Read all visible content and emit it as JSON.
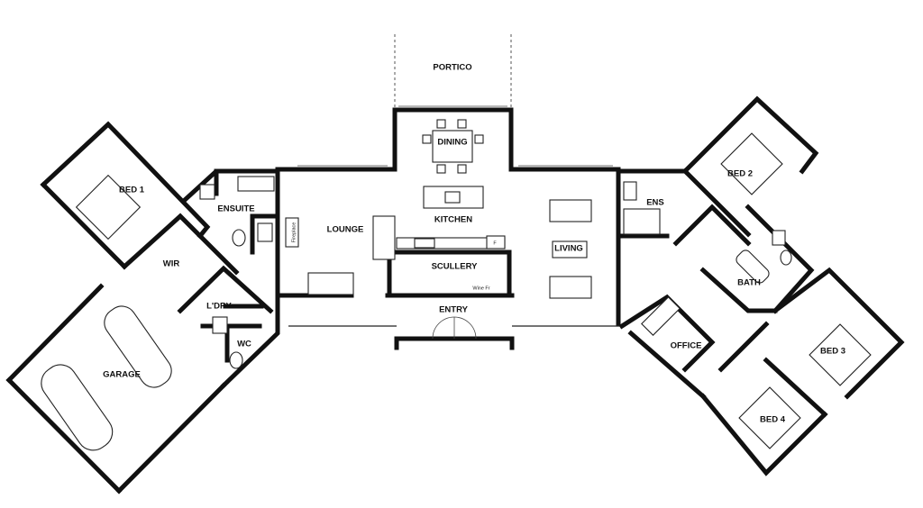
{
  "rooms": {
    "portico": "PORTICO",
    "dining": "DINING",
    "kitchen": "KITCHEN",
    "lounge": "LOUNGE",
    "scullery": "SCULLERY",
    "living": "LIVING",
    "entry": "ENTRY",
    "bed1": "BED 1",
    "ensuite": "ENSUITE",
    "wir": "WIR",
    "ldry": "L'DRY",
    "wc": "WC",
    "garage": "GARAGE",
    "bed2": "BED 2",
    "ens": "ENS",
    "bath": "BATH",
    "bed3": "BED 3",
    "office": "OFFICE",
    "bed4": "BED 4"
  },
  "annotations": {
    "fireplace": "Fireplace",
    "wine_fr": "Wine Fr",
    "fridge": "F"
  }
}
